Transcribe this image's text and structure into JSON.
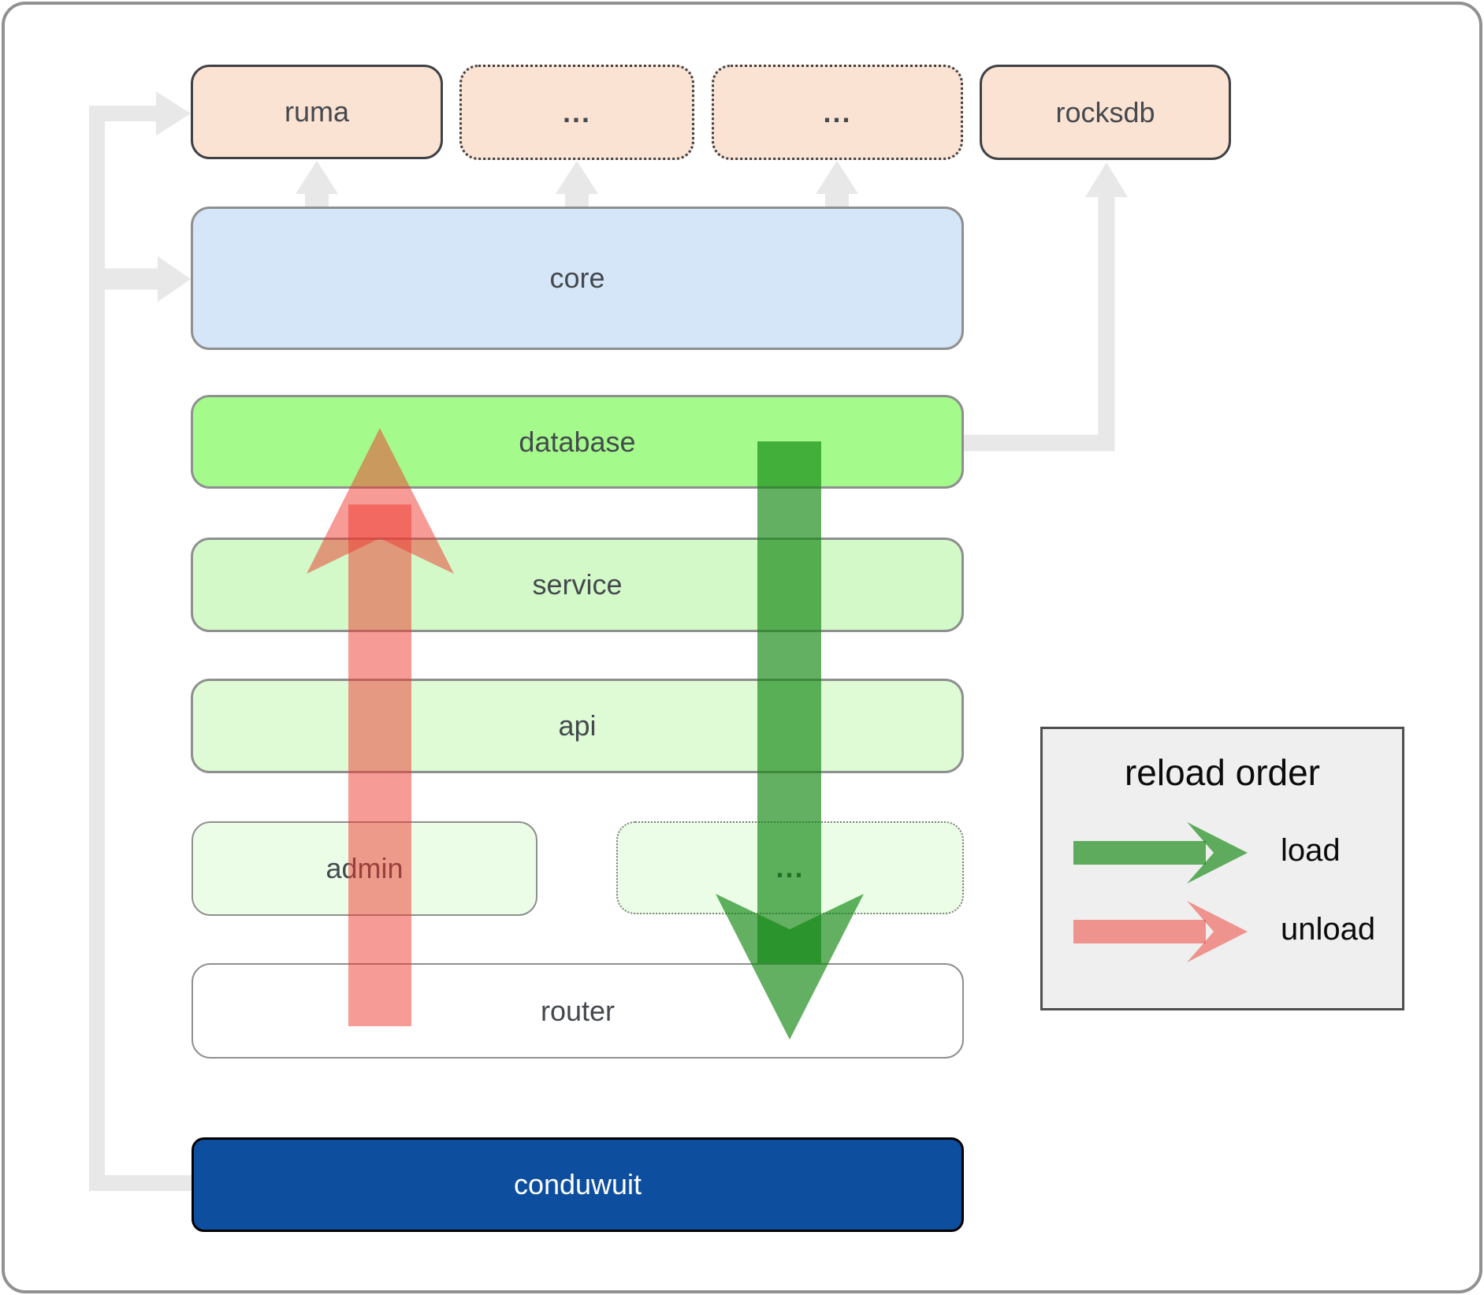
{
  "colors": {
    "connector": "#e8e8e8",
    "load": "rgba(16,134,16,0.65)",
    "unload": "rgba(238,55,45,0.5)"
  },
  "boxes": {
    "ruma": "ruma",
    "deps_more_1": "...",
    "deps_more_2": "...",
    "rocksdb": "rocksdb",
    "core": "core",
    "database": "database",
    "service": "service",
    "api": "api",
    "admin": "admin",
    "services_more": "...",
    "router": "router",
    "conduwuit": "conduwuit"
  },
  "legend": {
    "title": "reload order",
    "items": [
      {
        "label": "load"
      },
      {
        "label": "unload"
      }
    ]
  }
}
